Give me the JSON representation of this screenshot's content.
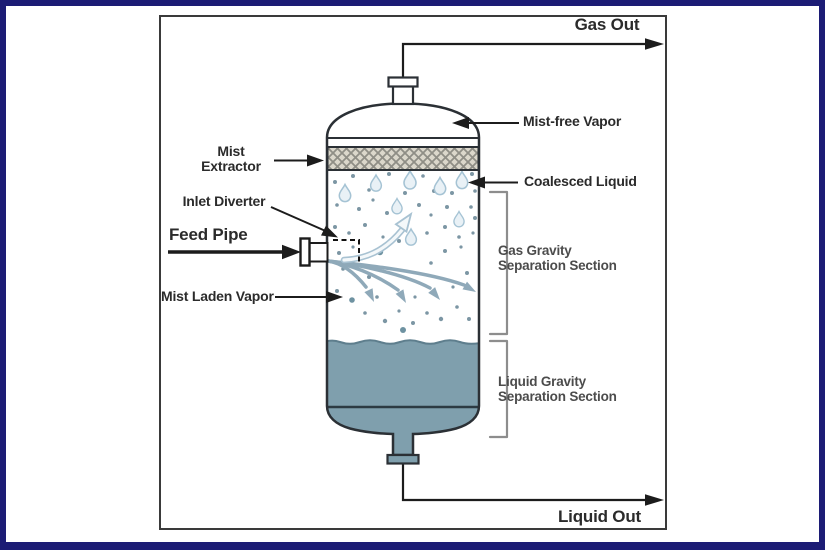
{
  "window": {
    "border_color": "#1c1c75",
    "inner_frame_color": "#3a3a3a",
    "background": "#ffffff"
  },
  "labels": {
    "gas_out": "Gas Out",
    "mist_free_vapor": "Mist-free Vapor",
    "mist_extractor_l1": "Mist",
    "mist_extractor_l2": "Extractor",
    "coalesced_liquid": "Coalesced Liquid",
    "inlet_diverter": "Inlet Diverter",
    "feed_pipe": "Feed Pipe",
    "mist_laden_vapor": "Mist Laden Vapor",
    "gas_gravity_l1": "Gas Gravity",
    "gas_gravity_l2": "Separation Section",
    "liquid_gravity_l1": "Liquid Gravity",
    "liquid_gravity_l2": "Separation Section",
    "liquid_out": "Liquid Out"
  },
  "colors": {
    "liquid_fill": "#7f9fad",
    "liquid_surface_line": "#5e7e8d",
    "vessel_outline": "#2b3035",
    "flow_arrow": "#8fa9b9",
    "droplet_fill": "#e9f1f6",
    "droplet_outline": "#a5c3d4",
    "mist_dot": "#7c96a4",
    "mesh_background": "#dbd7cb",
    "mesh_line": "#8f8e86",
    "annotation_line": "#1c1c1c",
    "bracket": "#8d8d8d"
  }
}
